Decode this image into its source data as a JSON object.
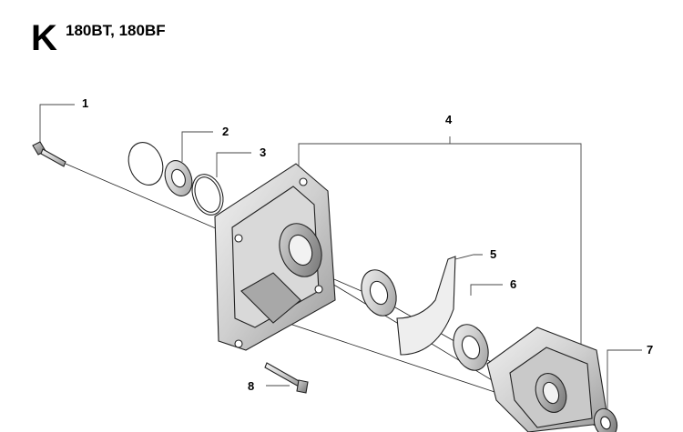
{
  "header": {
    "section_letter": "K",
    "models": "180BT, 180BF"
  },
  "callouts": [
    {
      "number": "1",
      "part": "screw"
    },
    {
      "number": "2",
      "part": "bearing"
    },
    {
      "number": "3",
      "part": "circlip"
    },
    {
      "number": "4",
      "part": "crankcase"
    },
    {
      "number": "5",
      "part": "gasket"
    },
    {
      "number": "6",
      "part": "bearing"
    },
    {
      "number": "7",
      "part": "seal"
    },
    {
      "number": "8",
      "part": "screw"
    }
  ],
  "colors": {
    "line": "#222222",
    "part_fill_light": "#e6e6e6",
    "part_fill_mid": "#bdbdbd",
    "part_fill_dark": "#8a8a8a"
  }
}
